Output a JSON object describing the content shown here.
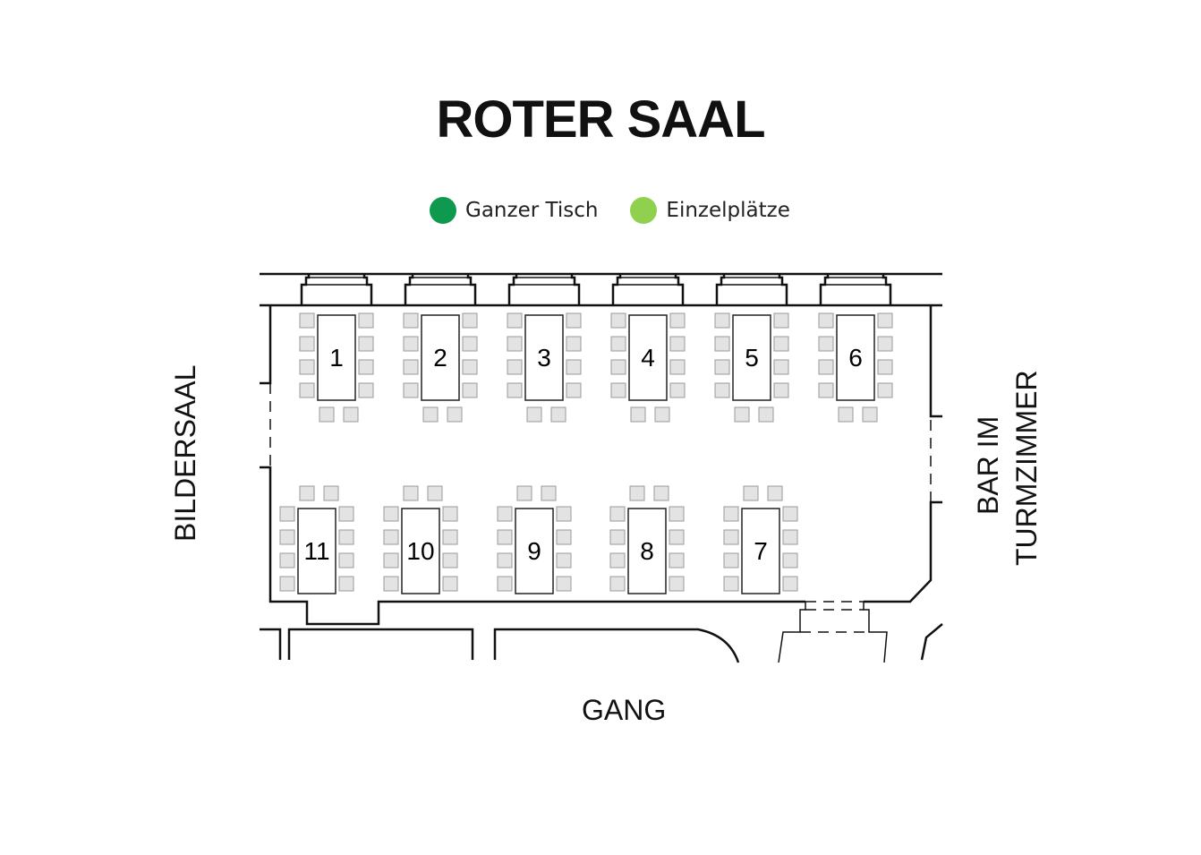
{
  "title": "ROTER SAAL",
  "legend": [
    {
      "label": "Ganzer Tisch",
      "color": "#0e9a4e"
    },
    {
      "label": "Einzelplätze",
      "color": "#8fd14f"
    }
  ],
  "rooms": {
    "left": "BILDERSAAL",
    "right_line1": "BAR IM",
    "right_line2": "TURMZIMMER",
    "bottom": "GANG"
  },
  "tables_top": [
    "1",
    "2",
    "3",
    "4",
    "5",
    "6"
  ],
  "tables_bottom": [
    "11",
    "10",
    "9",
    "8",
    "7"
  ]
}
